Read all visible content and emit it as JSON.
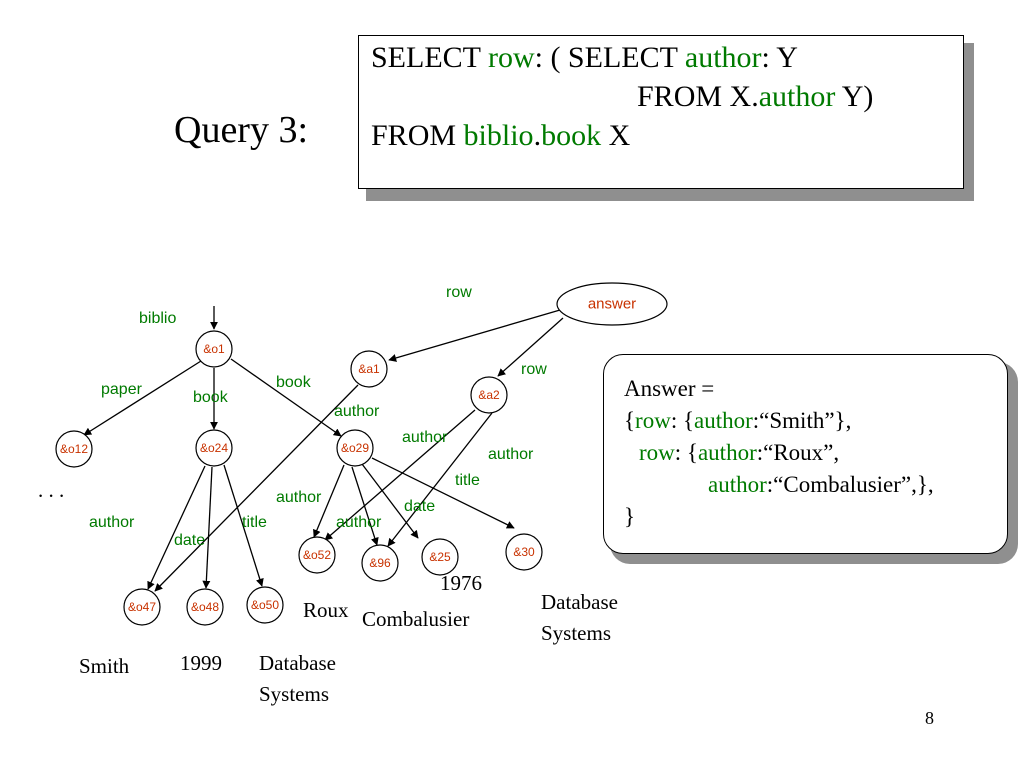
{
  "slide": {
    "title": "Query 3:",
    "page_number": "8"
  },
  "query": {
    "line1": {
      "a": "SELECT ",
      "b": "row",
      "c": ": ( SELECT ",
      "d": "author",
      "e": ": Y"
    },
    "line2": {
      "a": "FROM X.",
      "b": "author",
      "c": " Y)"
    },
    "line3": {
      "a": "FROM ",
      "b": "biblio",
      "c": ".",
      "d": "book",
      "e": " X"
    }
  },
  "answer": {
    "line1": {
      "a": "Answer ="
    },
    "line2": {
      "a": "{",
      "b": "row",
      "c": ": {",
      "d": "author",
      "e": ":“Smith”},"
    },
    "line3": {
      "b": "row",
      "c": ": {",
      "d": "author",
      "e": ":“Roux”,"
    },
    "line4": {
      "d": "author",
      "e": ":“Combalusier”,},"
    },
    "line5": {
      "a": "}"
    }
  },
  "graph": {
    "nodes": {
      "o1": "&o1",
      "o12": "&o12",
      "o24": "&o24",
      "o29": "&o29",
      "o47": "&o47",
      "o48": "&o48",
      "o50": "&o50",
      "o52": "&o52",
      "n96": "&96",
      "n25": "&25",
      "n30": "&30",
      "a1": "&a1",
      "a2": "&a2",
      "answer": "answer"
    },
    "edge_labels": {
      "biblio": "biblio",
      "paper": "paper",
      "book_o24": "book",
      "book_o29": "book",
      "author_o12": "author",
      "date_o24": "date",
      "title_o24": "title",
      "author_a1": "author",
      "author_a2": "author",
      "title_a2": "title",
      "author_o29_1": "author",
      "author_o29_2": "author",
      "date_o29": "date",
      "row_a1": "row",
      "row_a2": "row"
    },
    "leaf_values": {
      "smith": "Smith",
      "y1999": "1999",
      "db1_l1": "Database",
      "db1_l2": "Systems",
      "roux": "Roux",
      "combalusier": "Combalusier",
      "y1976": "1976",
      "db2_l1": "Database",
      "db2_l2": "Systems"
    },
    "ellipsis": ". . ."
  },
  "colors": {
    "keyword_green": "#007a00",
    "node_label_red": "#c83200",
    "shadow_gray": "#8f8f8f"
  }
}
